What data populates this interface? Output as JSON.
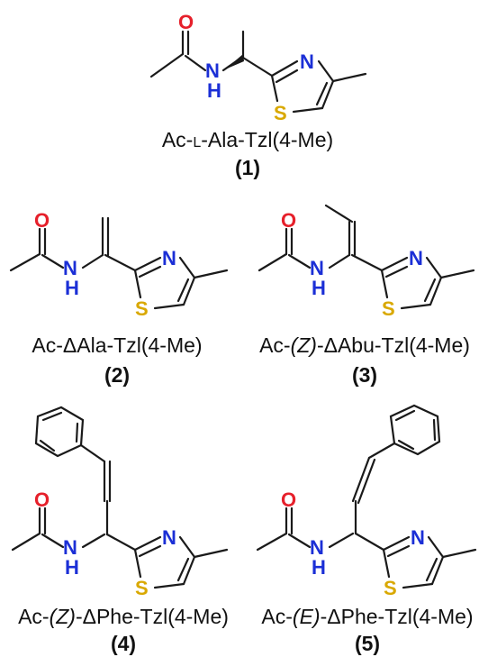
{
  "compounds": [
    {
      "name_parts": [
        {
          "t": "Ac-",
          "style": "normal"
        },
        {
          "t": "L",
          "style": "smallcaps"
        },
        {
          "t": "-Ala-Tzl(4-Me)",
          "style": "normal"
        }
      ],
      "number": "(1)",
      "atoms": [
        {
          "el": "O",
          "label": "O"
        },
        {
          "el": "N",
          "label": "N"
        },
        {
          "el": "N",
          "label": "H"
        },
        {
          "el": "N",
          "label": "N"
        },
        {
          "el": "S",
          "label": "S"
        }
      ]
    },
    {
      "name_parts": [
        {
          "t": "Ac-ΔAla-Tzl(4-Me)",
          "style": "normal"
        }
      ],
      "number": "(2)",
      "atoms": [
        {
          "el": "O",
          "label": "O"
        },
        {
          "el": "N",
          "label": "N"
        },
        {
          "el": "N",
          "label": "H"
        },
        {
          "el": "N",
          "label": "N"
        },
        {
          "el": "S",
          "label": "S"
        }
      ]
    },
    {
      "name_parts": [
        {
          "t": "Ac-",
          "style": "normal"
        },
        {
          "t": "(Z)",
          "style": "italic"
        },
        {
          "t": "-ΔAbu-Tzl(4-Me)",
          "style": "normal"
        }
      ],
      "number": "(3)",
      "atoms": [
        {
          "el": "O",
          "label": "O"
        },
        {
          "el": "N",
          "label": "N"
        },
        {
          "el": "N",
          "label": "H"
        },
        {
          "el": "N",
          "label": "N"
        },
        {
          "el": "S",
          "label": "S"
        }
      ]
    },
    {
      "name_parts": [
        {
          "t": "Ac-",
          "style": "normal"
        },
        {
          "t": "(Z)",
          "style": "italic"
        },
        {
          "t": "-ΔPhe-Tzl(4-Me)",
          "style": "normal"
        }
      ],
      "number": "(4)",
      "atoms": [
        {
          "el": "O",
          "label": "O"
        },
        {
          "el": "N",
          "label": "N"
        },
        {
          "el": "N",
          "label": "H"
        },
        {
          "el": "N",
          "label": "N"
        },
        {
          "el": "S",
          "label": "S"
        }
      ]
    },
    {
      "name_parts": [
        {
          "t": "Ac-",
          "style": "normal"
        },
        {
          "t": "(E)",
          "style": "italic"
        },
        {
          "t": "-ΔPhe-Tzl(4-Me)",
          "style": "normal"
        }
      ],
      "number": "(5)",
      "atoms": [
        {
          "el": "O",
          "label": "O"
        },
        {
          "el": "N",
          "label": "N"
        },
        {
          "el": "N",
          "label": "H"
        },
        {
          "el": "N",
          "label": "N"
        },
        {
          "el": "S",
          "label": "S"
        }
      ]
    }
  ],
  "colors": {
    "oxygen": "#e6202b",
    "nitrogen": "#1b2fd6",
    "sulfur": "#d9a800",
    "bond": "#1a1a1a"
  }
}
